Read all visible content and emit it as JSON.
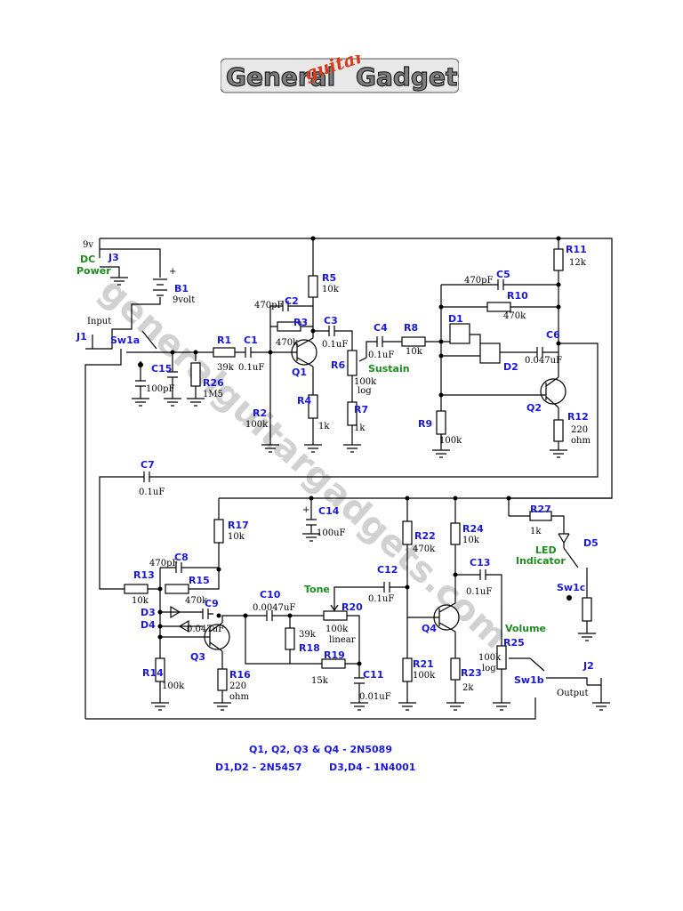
{
  "logo": {
    "left": "General",
    "middle": "guitar",
    "right": "Gadgets"
  },
  "watermark": "generalguitargadgets.com",
  "labels": {
    "supply": "9v",
    "dc": "DC",
    "power": "Power",
    "j3": "J3",
    "b1": "B1",
    "b1v": "9volt",
    "plus": "+",
    "input": "Input",
    "j1": "J1",
    "sw1a": "Sw1a",
    "c15": "C15",
    "c15v": "100pF",
    "r26": "R26",
    "r26v": "1M5",
    "r1": "R1",
    "r1v": "39k",
    "c1": "C1",
    "c1v": "0.1uF",
    "c2": "C2",
    "c2v": "470pF",
    "r3": "R3",
    "r3v": "470k",
    "r2": "R2",
    "r2v": "100k",
    "q1": "Q1",
    "r5": "R5",
    "r5v": "10k",
    "r4": "R4",
    "r4v": "1k",
    "c3": "C3",
    "c3v": "0.1uF",
    "r6": "R6",
    "r6v1": "100k",
    "r6v2": "log",
    "sustain": "Sustain",
    "r7": "R7",
    "r7v": "1k",
    "c4": "C4",
    "c4v": "0.1uF",
    "r8": "R8",
    "r8v": "10k",
    "c5": "C5",
    "c5v": "470pF",
    "r10": "R10",
    "r10v": "470k",
    "d1": "D1",
    "d2": "D2",
    "r9": "R9",
    "r9v": "100k",
    "r11": "R11",
    "r11v": "12k",
    "c6": "C6",
    "c6v": "0.047uF",
    "q2": "Q2",
    "r12": "R12",
    "r12v1": "220",
    "r12v2": "ohm",
    "c7": "C7",
    "c7v": "0.1uF",
    "r17": "R17",
    "r17v": "10k",
    "c14": "C14",
    "c14v": "100uF",
    "r22": "R22",
    "r22v": "470k",
    "r24": "R24",
    "r24v": "10k",
    "r27": "R27",
    "r27v": "1k",
    "d5": "D5",
    "led1": "LED",
    "led2": "Indicator",
    "c8": "C8",
    "c8v": "470pF",
    "r13": "R13",
    "r13v": "10k",
    "r15": "R15",
    "r15v": "470k",
    "d3": "D3",
    "d4": "D4",
    "c9": "C9",
    "c9v": "0.047uF",
    "q3": "Q3",
    "r14": "R14",
    "r14v": "100k",
    "r16": "R16",
    "r16v1": "220",
    "r16v2": "ohm",
    "c10": "C10",
    "c10v": "0.0047uF",
    "r18": "R18",
    "r18v": "39k",
    "tone": "Tone",
    "r20": "R20",
    "r20v1": "100k",
    "r20v2": "linear",
    "r19": "R19",
    "r19v": "15k",
    "c11": "C11",
    "c11v": "0.01uF",
    "c12": "C12",
    "c12v": "0.1uF",
    "q4": "Q4",
    "r21": "R21",
    "r21v": "100k",
    "r23": "R23",
    "r23v": "2k",
    "c13": "C13",
    "c13v": "0.1uF",
    "volume": "Volume",
    "r25": "R25",
    "r25v1": "100k",
    "r25v2": "log",
    "sw1b": "Sw1b",
    "sw1c": "Sw1c",
    "j2": "J2",
    "output": "Output"
  },
  "notes": {
    "transistors": "Q1, Q2, Q3 & Q4 - 2N5089",
    "fets": "D1,D2 - 2N5457",
    "diodes": "D3,D4 - 1N4001"
  }
}
